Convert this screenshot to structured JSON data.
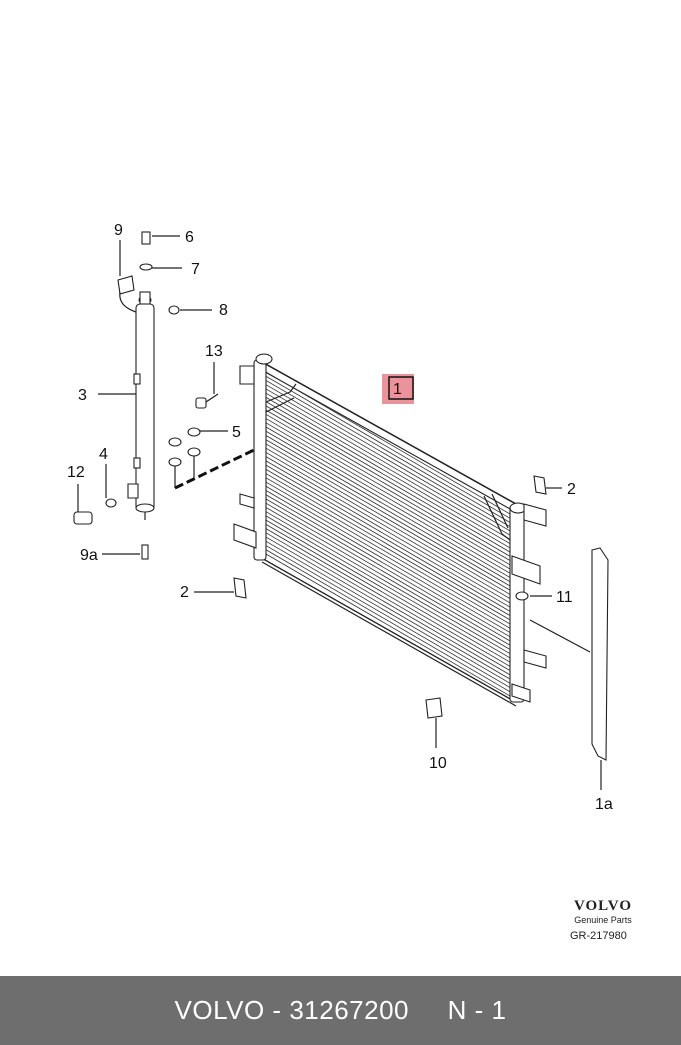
{
  "diagram": {
    "callouts": {
      "c1": "1",
      "c1a": "1a",
      "c2a": "2",
      "c2b": "2",
      "c3": "3",
      "c4": "4",
      "c5": "5",
      "c6": "6",
      "c7": "7",
      "c8": "8",
      "c9": "9",
      "c9a": "9a",
      "c10": "10",
      "c11": "11",
      "c12": "12",
      "c13": "13"
    },
    "highlight_color": "#e8808a"
  },
  "brand": {
    "logo": "VOLVO",
    "subtitle": "Genuine Parts",
    "ref": "GR-217980"
  },
  "footer": {
    "text": "VOLVO - 31267200     N - 1",
    "background": "#6e6e6e"
  }
}
